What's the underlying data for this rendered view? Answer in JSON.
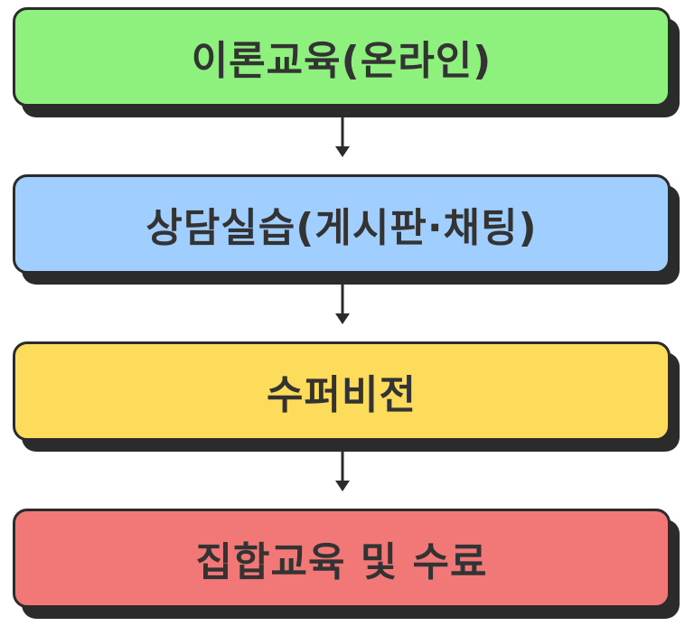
{
  "steps": [
    {
      "label": "이론교육(온라인)",
      "color": "#8ef07d"
    },
    {
      "label": "상담실습(게시판·채팅)",
      "color": "#a0cfff"
    },
    {
      "label": "수퍼비전",
      "color": "#fcdc5a"
    },
    {
      "label": "집합교육 및 수료",
      "color": "#f27878"
    }
  ],
  "colors": {
    "border": "#2b2b2b",
    "text": "#333333"
  }
}
